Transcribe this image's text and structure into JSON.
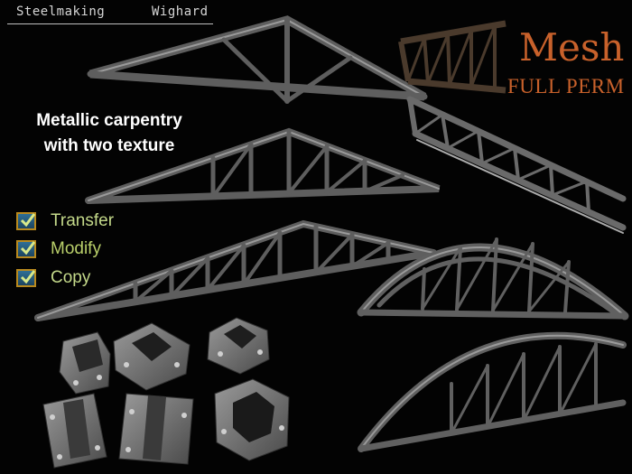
{
  "header": {
    "left_label": "Steelmaking",
    "right_label": "Wighard"
  },
  "tagline": {
    "line1": "Metallic carpentry",
    "line2": "with two texture"
  },
  "permissions": [
    {
      "label": "Transfer",
      "checked": true,
      "color": "#c4d98a"
    },
    {
      "label": "Modify",
      "checked": true,
      "color": "#b9cf6a"
    },
    {
      "label": "Copy",
      "checked": true,
      "color": "#c4d98a"
    }
  ],
  "badge": {
    "title": "Mesh",
    "subtitle": "FULL PERM",
    "color": "#c8612b"
  },
  "colors": {
    "background": "#030303",
    "steel": "#5d5d5d",
    "rust": "#4a3a2c"
  }
}
